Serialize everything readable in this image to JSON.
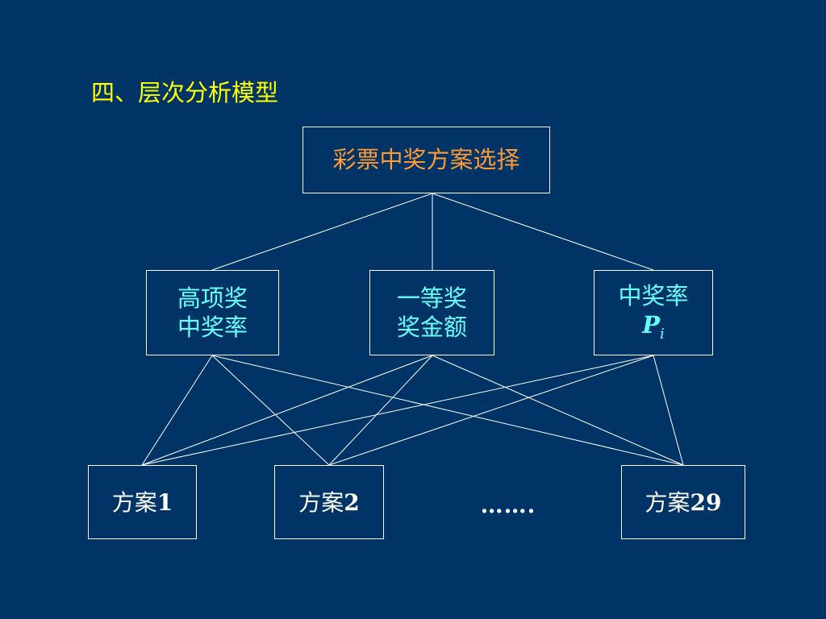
{
  "slide": {
    "title": "四、层次分析模型",
    "goal": "彩票中奖方案选择",
    "criteria": [
      {
        "line1": "高项奖",
        "line2": "中奖率"
      },
      {
        "line1": "一等奖",
        "line2": "奖金额"
      },
      {
        "line1": "中奖率",
        "symbol": "P",
        "subscript": "i"
      }
    ],
    "alternatives": [
      {
        "label": "方案",
        "number": "1"
      },
      {
        "label": "方案",
        "number": "2"
      },
      {
        "label": "方案",
        "number": "29"
      }
    ],
    "ellipsis": "…….",
    "colors": {
      "background": "#003366",
      "title": "#ffff00",
      "goal": "#ff9933",
      "criteria": "#66ffff",
      "alternatives": "#ffffff",
      "lines": "#ffffff"
    }
  }
}
